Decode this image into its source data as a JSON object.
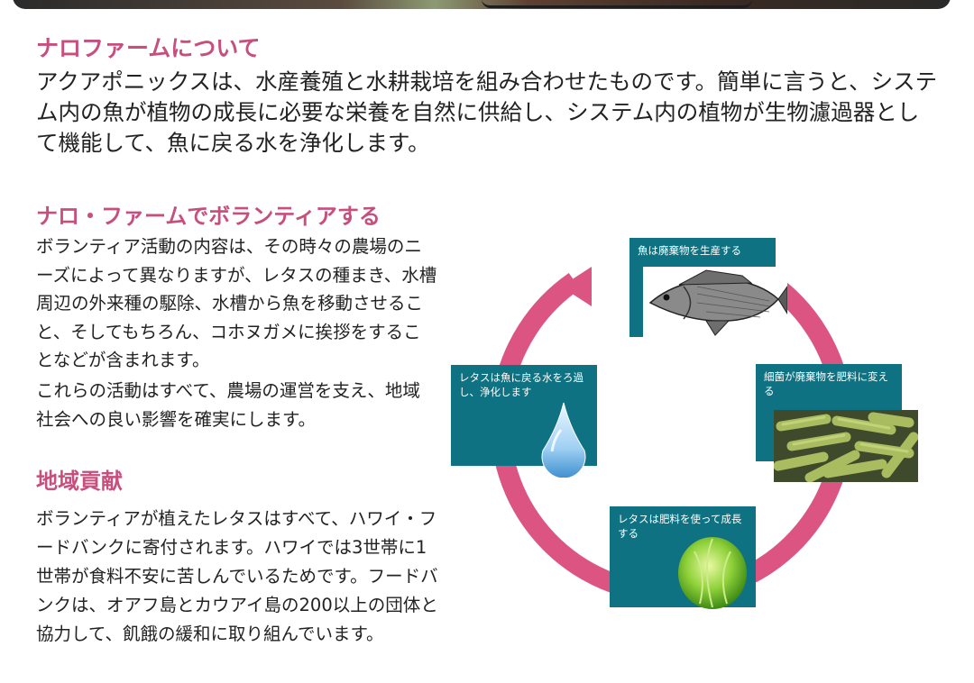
{
  "about": {
    "heading": "ナロファームについて",
    "body": "アクアポニックスは、水産養殖と水耕栽培を組み合わせたものです。簡単に言うと、システム内の魚が植物の成長に必要な栄養を自然に供給し、システム内の植物が生物濾過器として機能して、魚に戻る水を浄化します。"
  },
  "volunteer": {
    "heading": "ナロ・ファームでボランティアする",
    "paragraph1": "ボランティア活動の内容は、その時々の農場のニーズによって異なりますが、レタスの種まき、水槽周辺の外来種の駆除、水槽から魚を移動させること、そしてもちろん、コホヌガメに挨拶をすることなどが含まれます。",
    "paragraph2": "これらの活動はすべて、農場の運営を支え、地域社会への良い影響を確実にします。"
  },
  "community": {
    "heading": "地域貢献",
    "body": "ボランティアが植えたレタスはすべて、ハワイ・フードバンクに寄付されます。ハワイでは3世帯に1世帯が食料不安に苦しんでいるためです。フードバンクは、オアフ島とカウアイ島の200以上の団体と協力して、飢餓の緩和に取り組んでいます。"
  },
  "cycle": {
    "fish_label": "魚は廃棄物を生産する",
    "bacteria_label": "細菌が廃棄物を肥料に変える",
    "lettuce_label": "レタスは肥料を使って成長する",
    "water_label": "レタスは魚に戻る水をろ過し、浄化します",
    "colors": {
      "arrow": "#dc5582",
      "card": "#0e7282",
      "heading": "#c64f7d"
    }
  }
}
